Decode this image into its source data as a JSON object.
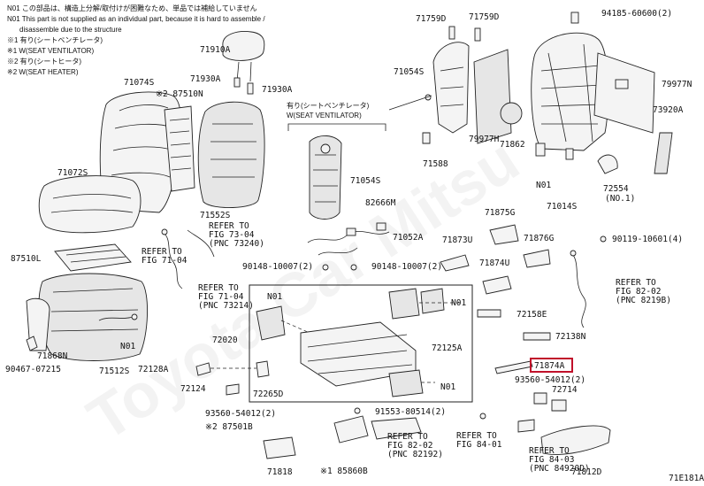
{
  "notes": {
    "line1": "N01 この部品は、構造上分解/取付けが困難なため、単品では補給していません",
    "line2": "N01 This part is not supplied as an individual part, because it is hard to assemble /",
    "line3": "disassemble due to the structure",
    "line4": "※1 有り(シートベンチレータ)",
    "line5": "※1 W(SEAT VENTILATOR)",
    "line6": "※2 有り(シートヒータ)",
    "line7": "※2 W(SEAT HEATER)"
  },
  "inset_title": {
    "jp": "有り(シートベンチレータ)",
    "en": "W(SEAT VENTILATOR)"
  },
  "labels": [
    {
      "id": "71759D",
      "text": "71759D"
    },
    {
      "id": "71759D_b",
      "text": "71759D"
    },
    {
      "id": "94185",
      "text": "94185-60600(2)"
    },
    {
      "id": "71910A",
      "text": "71910A"
    },
    {
      "id": "71054S_top",
      "text": "71054S"
    },
    {
      "id": "79977N",
      "text": "79977N"
    },
    {
      "id": "71074S",
      "text": "71074S"
    },
    {
      "id": "71930A_l",
      "text": "71930A"
    },
    {
      "id": "71930A_r",
      "text": "71930A"
    },
    {
      "id": "87510N",
      "text": "※2 87510N"
    },
    {
      "id": "73920A",
      "text": "73920A"
    },
    {
      "id": "79977H",
      "text": "79977H"
    },
    {
      "id": "71862",
      "text": "71862"
    },
    {
      "id": "71588",
      "text": "71588"
    },
    {
      "id": "71072S",
      "text": "71072S"
    },
    {
      "id": "71054S_mid",
      "text": "71054S"
    },
    {
      "id": "N01_top",
      "text": "N01"
    },
    {
      "id": "71014S",
      "text": "71014S"
    },
    {
      "id": "72554",
      "text": "72554"
    },
    {
      "id": "72554_note",
      "text": "(NO.1)"
    },
    {
      "id": "71552S",
      "text": "71552S"
    },
    {
      "id": "82666M",
      "text": "82666M"
    },
    {
      "id": "71875G",
      "text": "71875G"
    },
    {
      "id": "90119",
      "text": "90119-10601(4)"
    },
    {
      "id": "71052A",
      "text": "71052A"
    },
    {
      "id": "71873U",
      "text": "71873U"
    },
    {
      "id": "71876G",
      "text": "71876G"
    },
    {
      "id": "87510L",
      "text": "87510L"
    },
    {
      "id": "90148_l",
      "text": "90148-10007(2)"
    },
    {
      "id": "90148_r",
      "text": "90148-10007(2)"
    },
    {
      "id": "71874U",
      "text": "71874U"
    },
    {
      "id": "N01_box1",
      "text": "N01"
    },
    {
      "id": "N01_left",
      "text": "N01"
    },
    {
      "id": "72158E",
      "text": "72158E"
    },
    {
      "id": "72020",
      "text": "72020"
    },
    {
      "id": "71868N",
      "text": "71868N"
    },
    {
      "id": "N01_seat",
      "text": "N01"
    },
    {
      "id": "72125A",
      "text": "72125A"
    },
    {
      "id": "72138N",
      "text": "72138N"
    },
    {
      "id": "90467",
      "text": "90467-07215"
    },
    {
      "id": "71512S",
      "text": "71512S"
    },
    {
      "id": "72128A",
      "text": "72128A"
    },
    {
      "id": "71874A",
      "text": "71874A"
    },
    {
      "id": "93560_r",
      "text": "93560-54012(2)"
    },
    {
      "id": "72714",
      "text": "72714"
    },
    {
      "id": "72124",
      "text": "72124"
    },
    {
      "id": "72265D",
      "text": "72265D"
    },
    {
      "id": "N01_box2",
      "text": "N01"
    },
    {
      "id": "93560_l",
      "text": "93560-54012(2)"
    },
    {
      "id": "91553",
      "text": "91553-80514(2)"
    },
    {
      "id": "87501B",
      "text": "※2 87501B"
    },
    {
      "id": "71818",
      "text": "71818"
    },
    {
      "id": "85860B",
      "text": "※1 85860B"
    },
    {
      "id": "71812D",
      "text": "71812D"
    },
    {
      "id": "diag_code",
      "text": "71E181A"
    }
  ],
  "refs": [
    {
      "id": "ref_7304",
      "lines": [
        "REFER TO",
        "FIG 73-04",
        "(PNC 73240)"
      ]
    },
    {
      "id": "ref_7104a",
      "lines": [
        "REFER TO",
        "FIG 71-04"
      ]
    },
    {
      "id": "ref_7104b",
      "lines": [
        "REFER TO",
        "FIG 71-04",
        "(PNC 73214)"
      ]
    },
    {
      "id": "ref_8202a",
      "lines": [
        "REFER TO",
        "FIG 82-02",
        "(PNC 8219B)"
      ]
    },
    {
      "id": "ref_8401",
      "lines": [
        "REFER TO",
        "FIG 84-01"
      ]
    },
    {
      "id": "ref_8202b",
      "lines": [
        "REFER TO",
        "FIG 82-02",
        "(PNC 82192)"
      ]
    },
    {
      "id": "ref_8403",
      "lines": [
        "REFER TO",
        "FIG 84-03",
        "(PNC 84920D)"
      ]
    }
  ],
  "watermark": "Toyota Car Mitsu",
  "highlight_color": "#c0102a"
}
